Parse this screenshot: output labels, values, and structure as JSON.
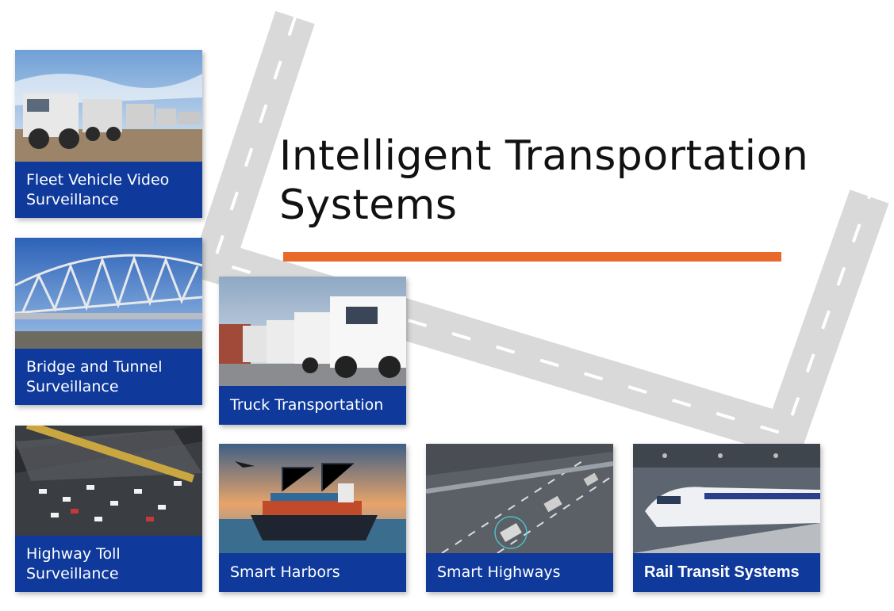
{
  "heading": {
    "line1": "Intelligent Transportation",
    "line2": "Systems"
  },
  "colors": {
    "caption_bg": "#0f3a9c",
    "accent_line": "#e8692a",
    "road": "#d6d6d6"
  },
  "cards": [
    {
      "caption_line1": "Fleet Vehicle Video",
      "caption_line2": "Surveillance",
      "image": "mining-trucks-photo"
    },
    {
      "caption_line1": "Bridge and Tunnel",
      "caption_line2": "Surveillance",
      "image": "steel-bridge-photo"
    },
    {
      "caption_line1": "Highway Toll",
      "caption_line2": "Surveillance",
      "image": "toll-plaza-photo"
    },
    {
      "caption_line1": "Truck Transportation",
      "image": "semi-trucks-photo"
    },
    {
      "caption_line1": "Smart Harbors",
      "image": "container-ship-photo"
    },
    {
      "caption_line1": "Smart Highways",
      "image": "highway-cars-photo"
    },
    {
      "caption_line1": "Rail Transit Systems",
      "image": "high-speed-train-photo"
    }
  ]
}
